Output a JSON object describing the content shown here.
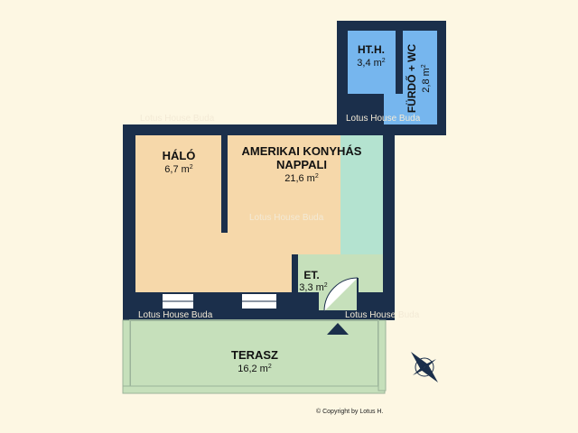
{
  "floorplan": {
    "rooms": {
      "halo": {
        "name": "HÁLÓ",
        "area": "6,7 m",
        "sup": "2"
      },
      "nappali": {
        "name_line1": "AMERIKAI KONYHÁS",
        "name_line2": "NAPPALI",
        "area": "21,6 m",
        "sup": "2"
      },
      "htH": {
        "name": "HT.H.",
        "area": "3,4 m",
        "sup": "2"
      },
      "furdo": {
        "name": "FÜRDŐ + WC",
        "area": "2,8 m",
        "sup": "2"
      },
      "et": {
        "name": "ET.",
        "area": "3,3 m",
        "sup": "2"
      },
      "terasz": {
        "name": "TERASZ",
        "area": "16,2 m",
        "sup": "2"
      }
    },
    "watermark": "Lotus House Buda",
    "copyright": "© Copyright by Lotus H.",
    "colors": {
      "background": "#fdf7e3",
      "wall": "#1b2f4b",
      "bedroom_living": "#f6d8aa",
      "kitchen": "#b4e3d0",
      "bathroom": "#76b6ee",
      "hall": "#c6e0bb",
      "terrace": "#c6e0bb"
    }
  }
}
